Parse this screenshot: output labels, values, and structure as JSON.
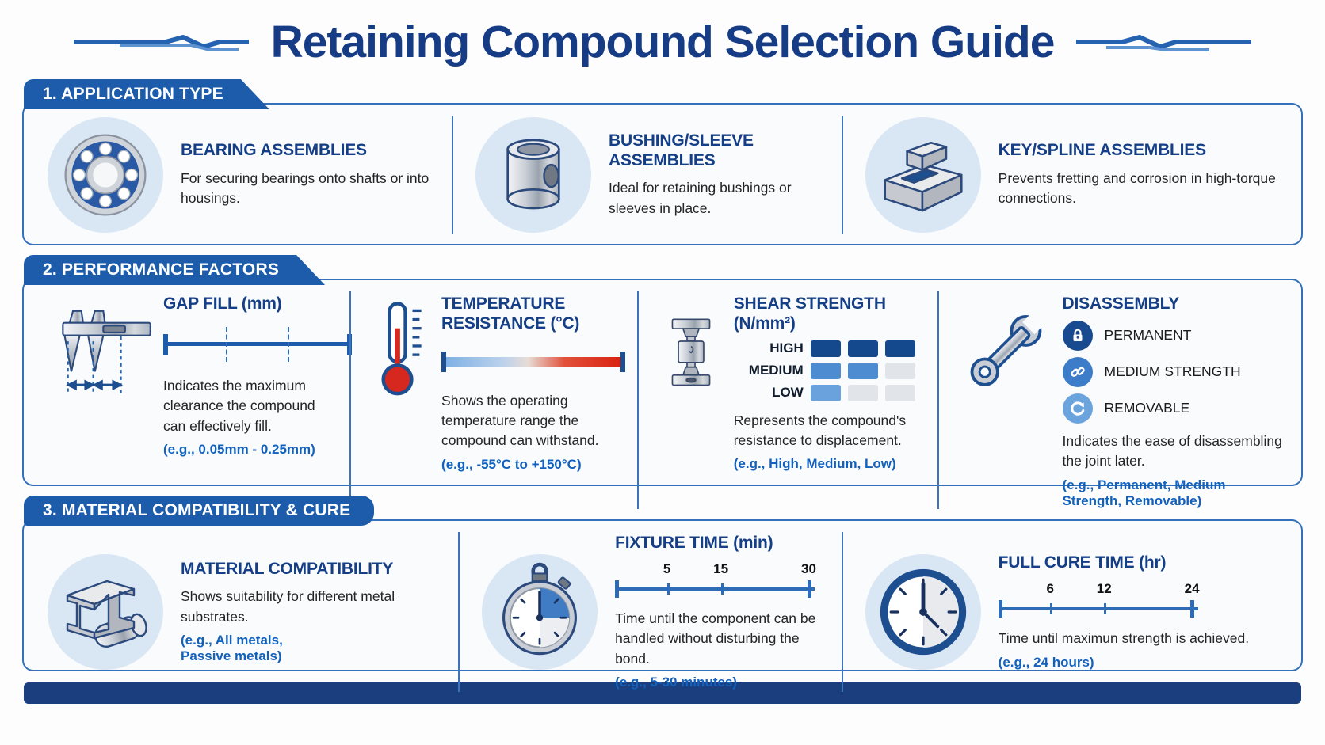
{
  "title": "Retaining Compound Selection Guide",
  "colors": {
    "banner_blue": "#1d5cab",
    "heading_navy": "#143e86",
    "example_blue": "#1161bd",
    "panel_border": "#3570ba",
    "block_dark": "#15498e",
    "block_medium": "#4e8cd2",
    "block_light": "#69a2dc",
    "block_empty": "#e1e5ea",
    "badge_permanent": "#174a8e",
    "badge_medium_strength": "#3c7cc8",
    "badge_removable": "#6ba3dc",
    "gradient_cold": "#7fb0e5",
    "gradient_hot": "#d92312",
    "footer_navy": "#1b3f7e"
  },
  "sections": [
    {
      "label": "1. APPLICATION TYPE",
      "items": [
        {
          "icon": "bearing-icon",
          "title": "BEARING ASSEMBLIES",
          "desc": "For securing bearings onto shafts or into housings."
        },
        {
          "icon": "bushing-icon",
          "title": "BUSHING/SLEEVE ASSEMBLIES",
          "desc": "Ideal for retaining bushings or sleeves in place."
        },
        {
          "icon": "key-spline-icon",
          "title": "KEY/SPLINE ASSEMBLIES",
          "desc": "Prevents fretting and corrosion in high-torque connections."
        }
      ]
    },
    {
      "label": "2. PERFORMANCE FACTORS",
      "items": [
        {
          "icon": "caliper-icon",
          "title": "GAP FILL (mm)",
          "desc": "Indicates the maximum clearance the compound can effectively fill.",
          "example": "(e.g., 0.05mm - 0.25mm)"
        },
        {
          "icon": "thermometer-icon",
          "title": "TEMPERATURE RESISTANCE (°C)",
          "desc": "Shows the operating temperature range the compound can withstand.",
          "example": "(e.g., -55°C to +150°C)"
        },
        {
          "icon": "shear-tester-icon",
          "title": "SHEAR STRENGTH (N/mm²)",
          "desc": "Represents the compound's resistance to displacement.",
          "example": "(e.g., High, Medium, Low)",
          "levels": [
            {
              "label": "HIGH",
              "cells": [
                "dark",
                "dark",
                "dark"
              ]
            },
            {
              "label": "MEDIUM",
              "cells": [
                "medium",
                "medium",
                "empty"
              ]
            },
            {
              "label": "LOW",
              "cells": [
                "light",
                "empty",
                "empty"
              ]
            }
          ]
        },
        {
          "icon": "wrench-icon",
          "title": "DISASSEMBLY",
          "desc": "Indicates the ease of disassembling the joint later.",
          "example": "(e.g., Permanent, Medium Strength, Removable)",
          "badges": [
            {
              "icon": "lock-icon",
              "label": "PERMANENT"
            },
            {
              "icon": "chain-link-icon",
              "label": "MEDIUM STRENGTH"
            },
            {
              "icon": "circular-arrow-icon",
              "label": "REMOVABLE"
            }
          ]
        }
      ]
    },
    {
      "label": "3. MATERIAL COMPATIBILITY & CURE",
      "items": [
        {
          "icon": "i-beam-icon",
          "title": "MATERIAL COMPATIBILITY",
          "desc": "Shows suitability for different metal substrates.",
          "example": "(e.g., All metals,\nPassive metals)"
        },
        {
          "icon": "stopwatch-icon",
          "title": "FIXTURE TIME (min)",
          "desc": "Time until the component can be handled without disturbing the bond.",
          "example": "(e.g., 5-30 minutes)",
          "ticks": [
            "5",
            "15",
            "30"
          ]
        },
        {
          "icon": "clock-icon",
          "title": "FULL CURE TIME (hr)",
          "desc": "Time until maximun strength is achieved.",
          "example": "(e.g., 24 hours)",
          "ticks": [
            "6",
            "12",
            "24"
          ]
        }
      ]
    }
  ]
}
